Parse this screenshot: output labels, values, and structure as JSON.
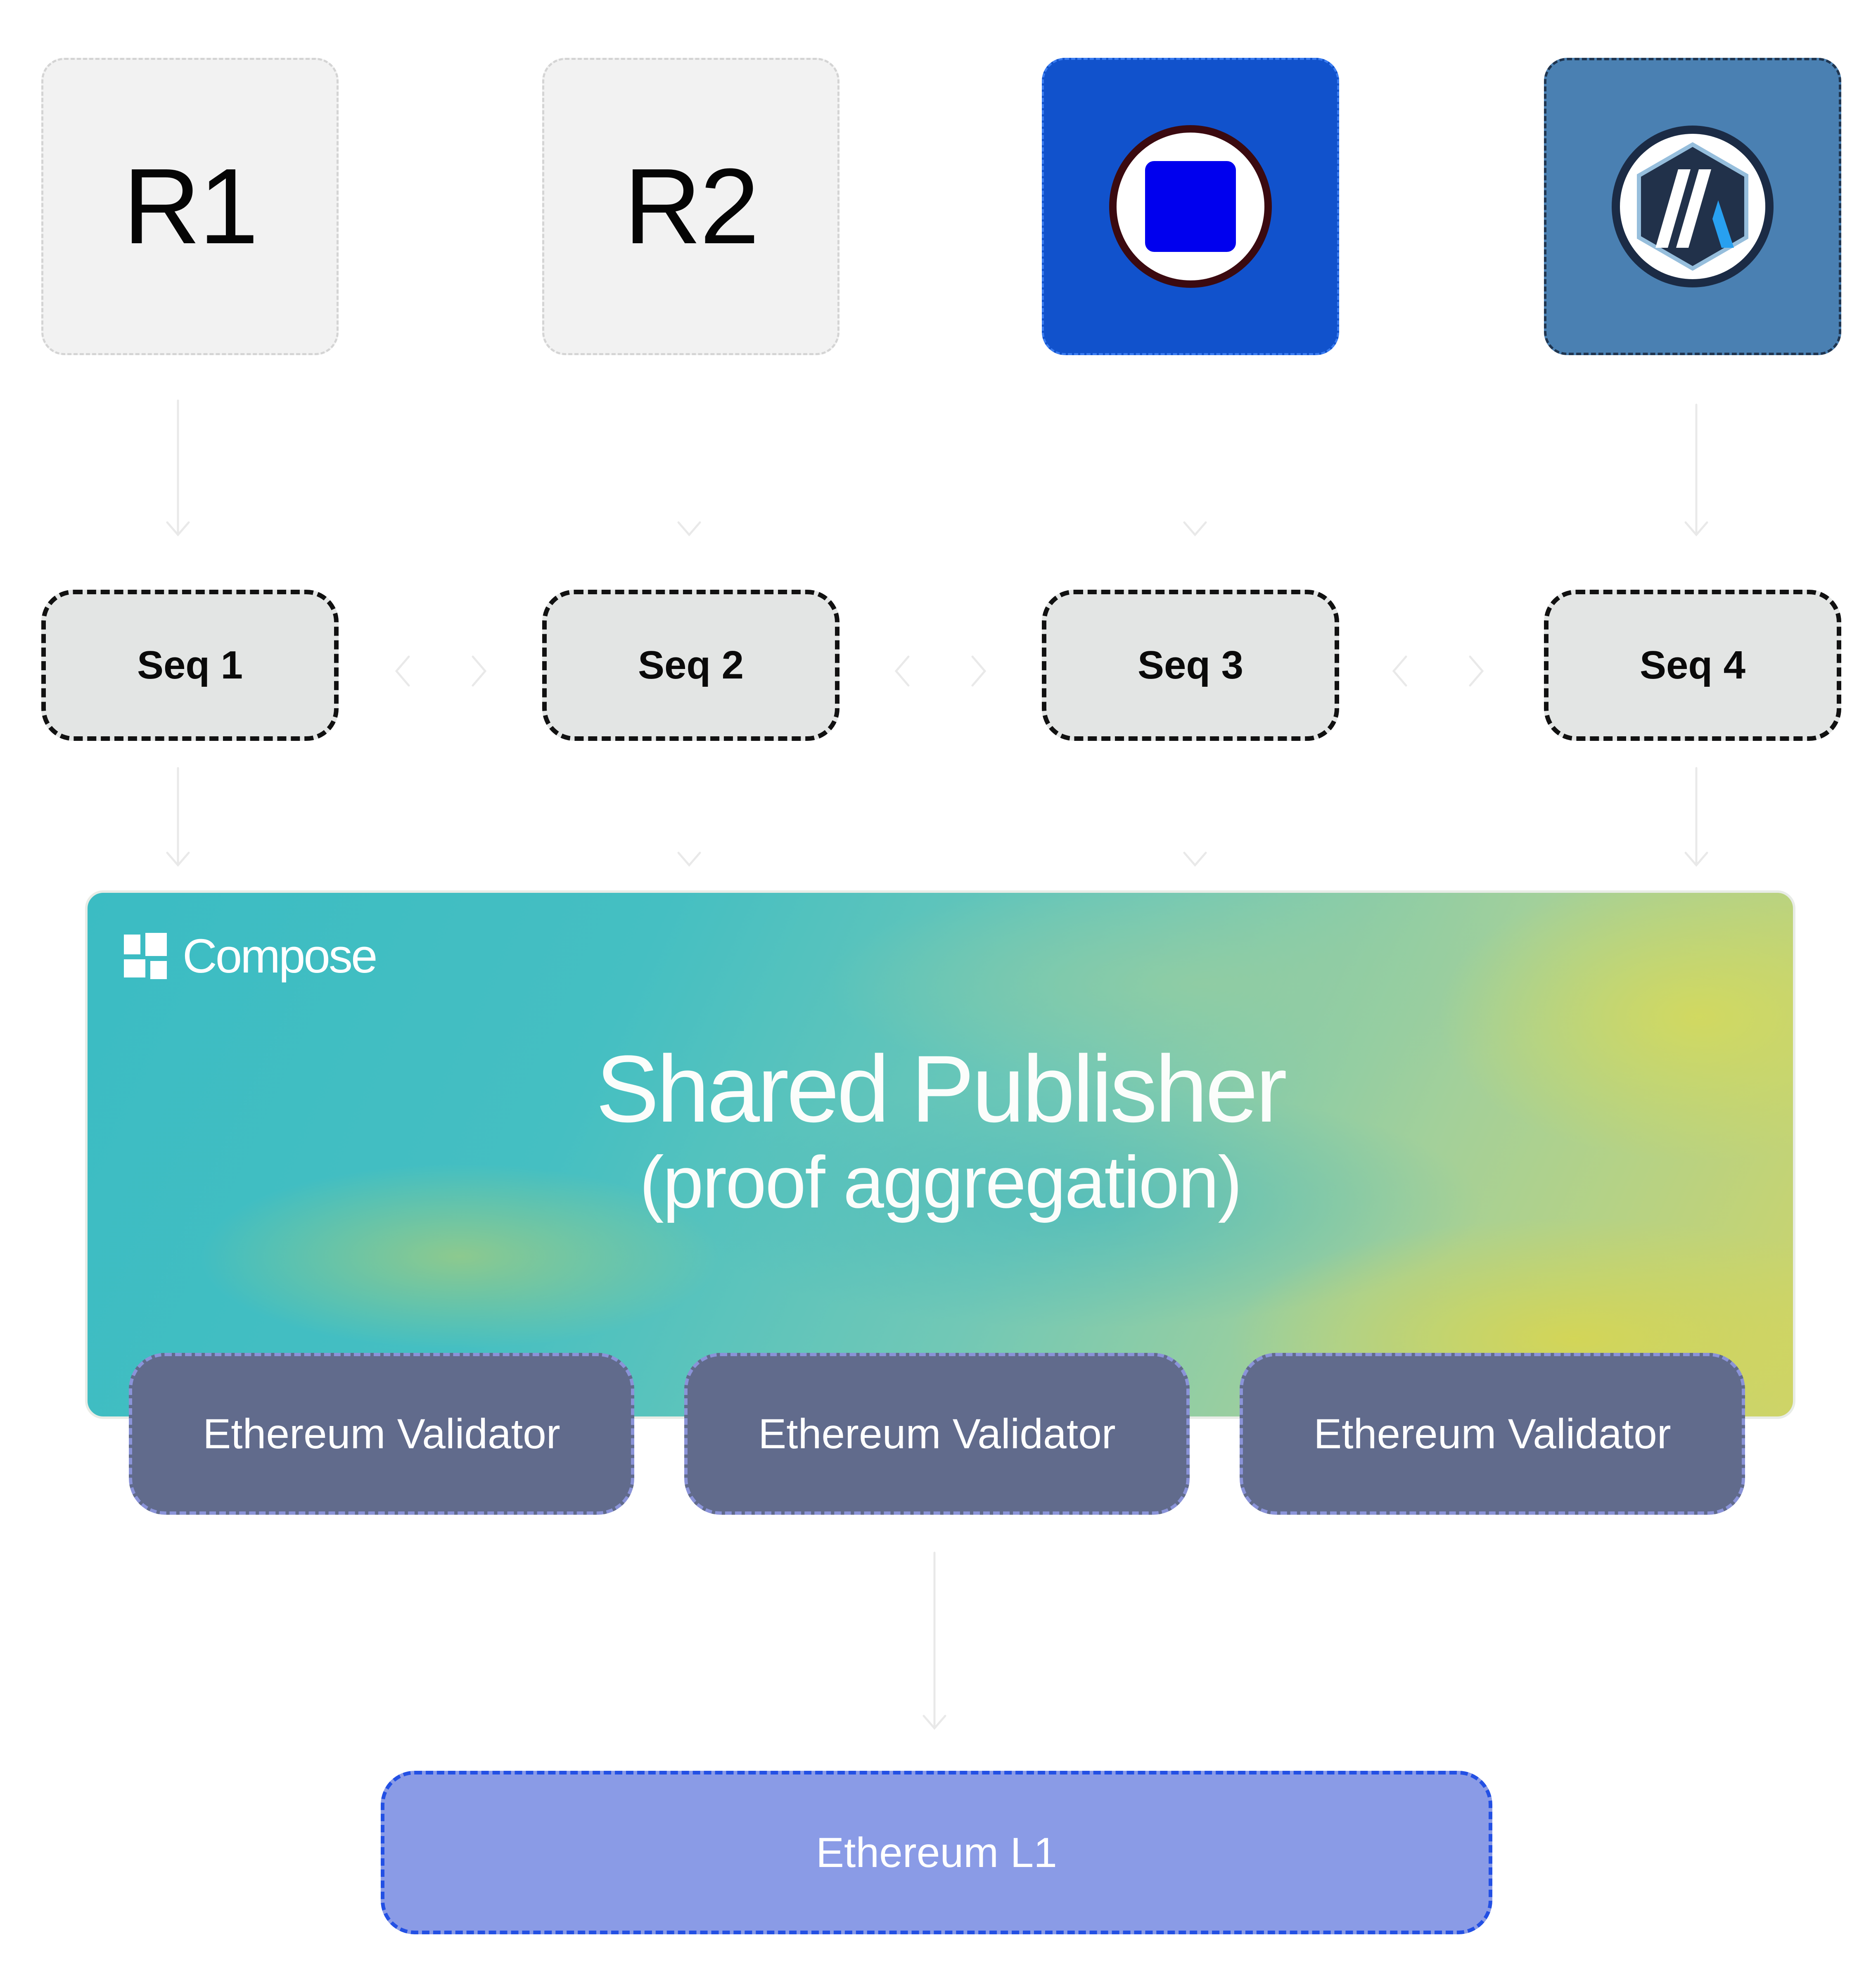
{
  "rollups": [
    {
      "label": "R1"
    },
    {
      "label": "R2"
    },
    {
      "label": "",
      "icon": "stop-square-icon"
    },
    {
      "label": "",
      "icon": "arbitrum-logo-icon"
    }
  ],
  "sequencers": [
    {
      "label": "Seq 1"
    },
    {
      "label": "Seq 2"
    },
    {
      "label": "Seq 3"
    },
    {
      "label": "Seq 4"
    }
  ],
  "publisher": {
    "brand": "Compose",
    "title": "Shared Publisher",
    "subtitle": "(proof aggregation)"
  },
  "validators": [
    {
      "label": "Ethereum Validator"
    },
    {
      "label": "Ethereum Validator"
    },
    {
      "label": "Ethereum Validator"
    }
  ],
  "l1": {
    "label": "Ethereum L1"
  },
  "colors": {
    "tile_light": "#f2f2f2",
    "tile_blue": "#1152cc",
    "tile_steel": "#4a80b2",
    "sequencer": "#e3e5e4",
    "validator": "#616b8c",
    "l1": "#8a9be6",
    "panel_teal": "#3bbcc3",
    "panel_yellow": "#cdd46a"
  }
}
